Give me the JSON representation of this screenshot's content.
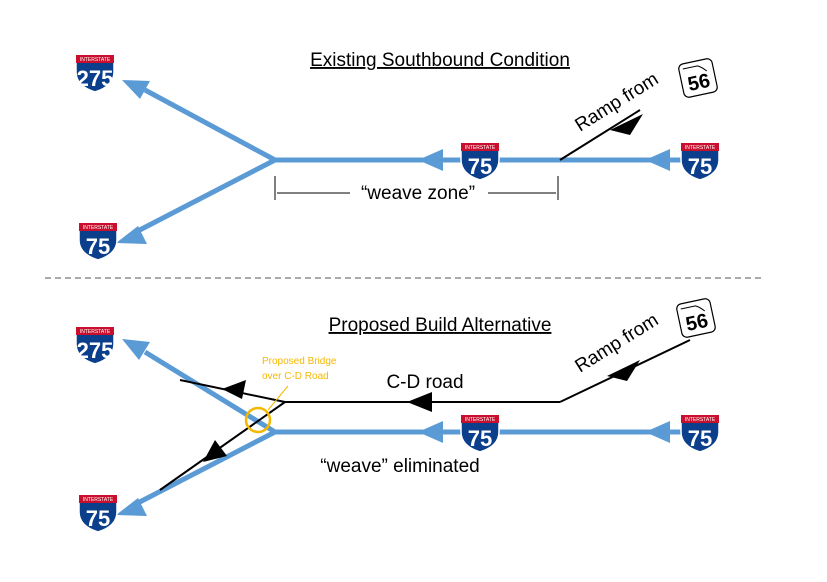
{
  "top": {
    "title": "Existing Southbound Condition",
    "ramp_label": "Ramp from",
    "weave_label": "“weave zone”"
  },
  "bottom": {
    "title": "Proposed Build Alternative",
    "ramp_label": "Ramp from",
    "cd_label": "C-D road",
    "weave_label": "“weave” eliminated",
    "bridge_label_1": "Proposed Bridge",
    "bridge_label_2": "over C-D Road"
  },
  "shields": {
    "i275": "275",
    "i75": "75",
    "sr56": "56",
    "banner": "INTERSTATE"
  },
  "colors": {
    "highway": "#5b9bd5",
    "shield_blue": "#0b3f8c",
    "shield_red": "#c8102e",
    "bridge": "#f5b800"
  }
}
